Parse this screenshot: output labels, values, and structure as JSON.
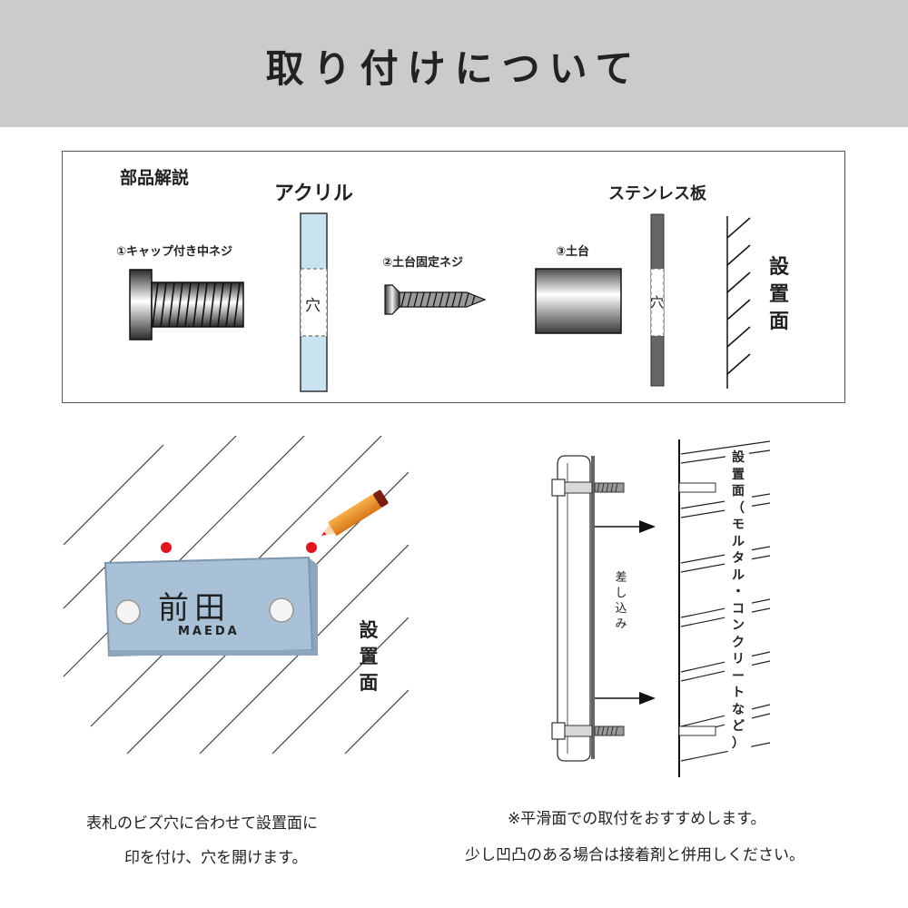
{
  "title": "取り付けについて",
  "parts": {
    "heading": "部品解説",
    "acrylic": "アクリル",
    "stainless": "ステンレス板",
    "screw_cap": "①キャップ付き中ネジ",
    "base_screw": "②土台固定ネジ",
    "base": "③土台",
    "hole": "穴",
    "hole2": "穴",
    "surface": [
      "設",
      "置",
      "面"
    ]
  },
  "nameplate": {
    "name": "前田",
    "romaji": "MAEDA",
    "surface": [
      "設",
      "置",
      "面"
    ]
  },
  "side_view": {
    "insert": [
      "差",
      "し",
      "込",
      "み"
    ],
    "surface": [
      "設",
      "置",
      "面",
      "（",
      "モ",
      "ル",
      "タ",
      "ル",
      "・",
      "コ",
      "ン",
      "ク",
      "リ",
      "ー",
      "ト",
      "な",
      "ど",
      "）"
    ]
  },
  "captions": {
    "left_line1": "表札のビズ穴に合わせて設置面に",
    "left_line2": "印を付け、穴を開けます。",
    "right_line1": "※平滑面での取付をおすすめします。",
    "right_line2": "少し凹凸のある場合は接着剤と併用しください。"
  },
  "colors": {
    "banner": "#cbcbcb",
    "acrylic": "#c9e4f0",
    "plate": "#a9c1d6",
    "marker": "#e0141e",
    "stainless": "#666666"
  }
}
